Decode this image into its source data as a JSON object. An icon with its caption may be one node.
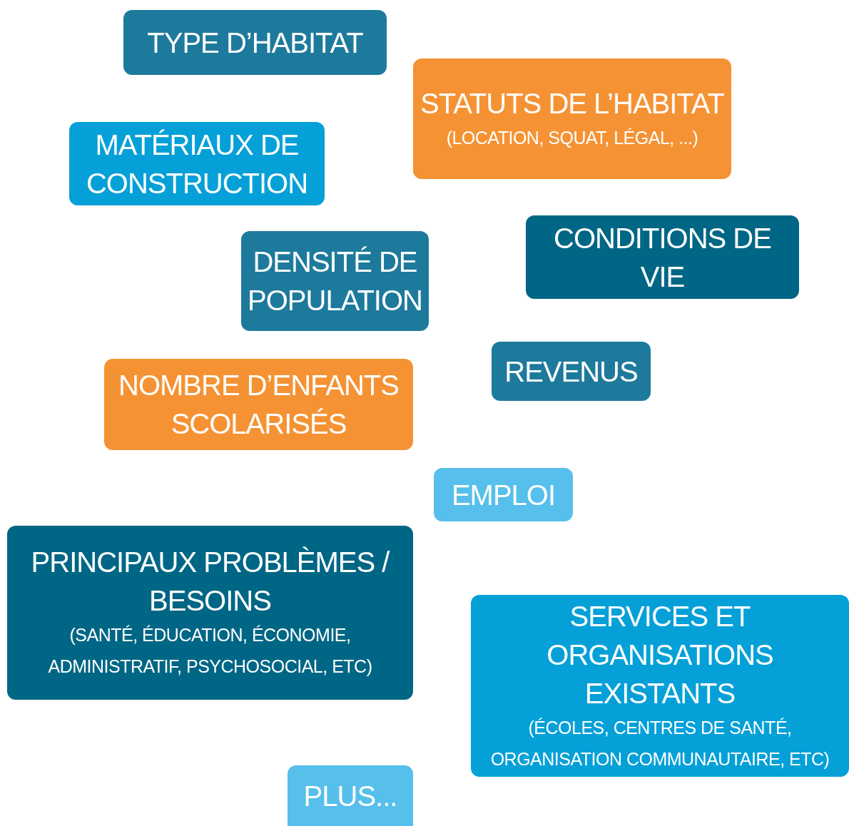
{
  "diagram": {
    "nodes": [
      {
        "text": [
          "TYPE D’HABITAT"
        ]
      },
      {
        "text": [
          "STATUTS DE L’HABITAT",
          "(LOCATION, SQUAT, LÉGAL, ...)"
        ]
      },
      {
        "text": [
          "MATÉRIAUX DE CONSTRUCTION"
        ]
      },
      {
        "text": [
          "DENSITÉ DE POPULATION"
        ]
      },
      {
        "text": [
          "CONDITIONS DE VIE"
        ]
      },
      {
        "text": [
          "REVENUS"
        ]
      },
      {
        "text": [
          "NOMBRE D’ENFANTS SCOLARISÉS"
        ]
      },
      {
        "text": [
          "EMPLOI"
        ]
      },
      {
        "text": [
          "PRINCIPAUX PROBLÈMES / BESOINS",
          "(SANTÉ, ÉDUCATION, ÉCONOMIE, ADMINISTRATIF, PSYCHOSOCIAL, ETC)"
        ]
      },
      {
        "text": [
          "SERVICES ET ORGANISATIONS EXISTANTS",
          "(ÉCOLES, CENTRES DE SANTÉ, ORGANISATION COMMUNAUTAIRE, ETC)"
        ]
      },
      {
        "text": [
          "PLUS..."
        ]
      }
    ]
  }
}
